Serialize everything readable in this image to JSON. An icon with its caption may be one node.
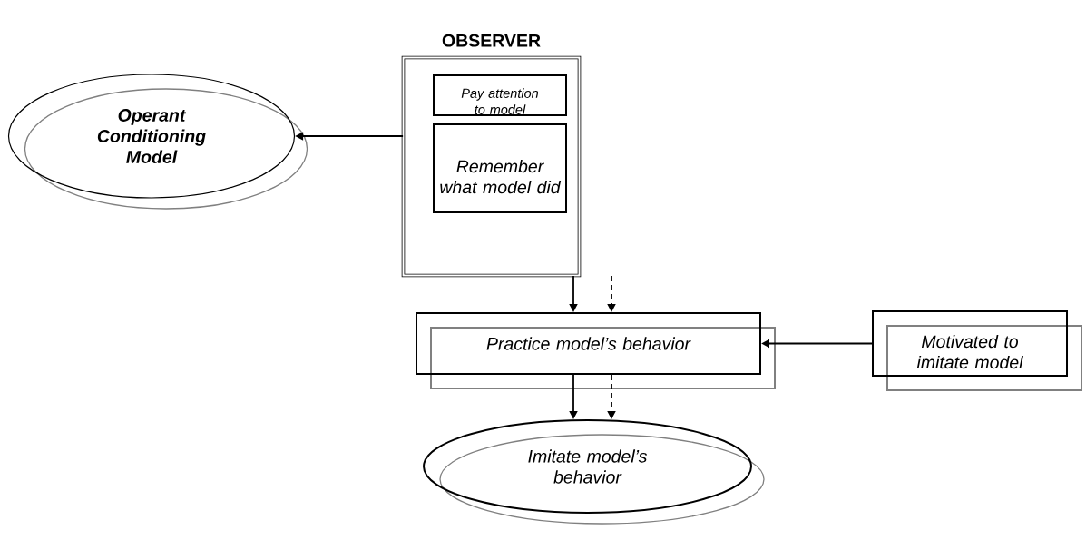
{
  "diagram": {
    "nodes": [
      {
        "text": [
          "OBSERVER"
        ]
      },
      {
        "text": [
          "Pay attention to model"
        ],
        "in": 0
      },
      {
        "text": [
          "Remember what model did"
        ],
        "in": 0
      },
      {
        "text": [
          "Operant Conditioning Model"
        ]
      },
      {
        "text": [
          "Practice model’s behavior"
        ]
      },
      {
        "text": [
          "Motivated to imitate model"
        ]
      },
      {
        "text": [
          "Imitate model’s behavior"
        ]
      }
    ],
    "edges": [
      {
        "from": 0,
        "to": 3,
        "arrow": "to"
      },
      {
        "from": 0,
        "to": 4,
        "arrow": "to"
      },
      {
        "from": 0,
        "to": 4,
        "arrow": "to",
        "style": "dashed"
      },
      {
        "from": 5,
        "to": 4,
        "arrow": "to"
      },
      {
        "from": 4,
        "to": 6,
        "arrow": "to"
      },
      {
        "from": 4,
        "to": 6,
        "arrow": "to",
        "style": "dashed"
      }
    ]
  }
}
